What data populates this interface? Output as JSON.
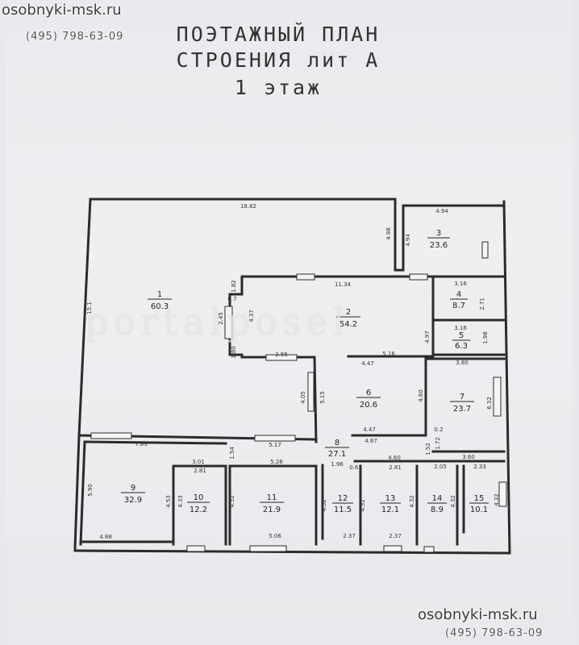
{
  "watermark": {
    "site": "osobnyki-msk.ru",
    "phone": "(495)  798-63-09",
    "overlay": "portalposel"
  },
  "title": {
    "line1": "ПОЭТАЖНЫЙ ПЛАН",
    "line2": "СТРОЕНИЯ лит А",
    "line3": "1 этаж"
  },
  "rooms": [
    {
      "num": "1",
      "area": "60.3"
    },
    {
      "num": "2",
      "area": "54.2"
    },
    {
      "num": "3",
      "area": "23.6"
    },
    {
      "num": "4",
      "area": "8.7"
    },
    {
      "num": "5",
      "area": "6.3"
    },
    {
      "num": "6",
      "area": "20.6"
    },
    {
      "num": "7",
      "area": "23.7"
    },
    {
      "num": "8",
      "area": "27.1"
    },
    {
      "num": "9",
      "area": "32.9"
    },
    {
      "num": "10",
      "area": "12.2"
    },
    {
      "num": "11",
      "area": "21.9"
    },
    {
      "num": "12",
      "area": "11.5"
    },
    {
      "num": "13",
      "area": "12.1"
    },
    {
      "num": "14",
      "area": "8.9"
    },
    {
      "num": "15",
      "area": "10.1"
    }
  ],
  "dimensions": {
    "top_width": "18.82",
    "left_height": "15.1",
    "r3_width": "4.94",
    "r3_notch": "4.98",
    "r3_height": "4.94",
    "r2_top": "11.34",
    "r2_side": "4.37",
    "r2_notch_top": "1.82",
    "r2_notch_mid": "0.7",
    "r2_notch_low": "1.80",
    "r2_notch_width": "2.45",
    "r2_inner": "4.97",
    "r4_width": "3.16",
    "r4_height": "2.71",
    "r5_width": "3.16",
    "r5_height": "1.98",
    "r2_bottom": "2.55",
    "r6_top_a": "5.16",
    "r6_top_b": "4.47",
    "r7_top": "3.80",
    "r6_side_left": "4.05",
    "r8_side": "5.15",
    "r6_side_right": "4.60",
    "r7_side": "6.32",
    "r6_bottom_a": "4.47",
    "r6_bottom_b": "4.67",
    "r7_gap": "0.2",
    "r1_bottom": "7.89",
    "r8_top": "5.17",
    "r9_top": "1.54",
    "r8_h1": "1.52",
    "r8_h2": "1.72",
    "r10_top": "3.01",
    "r10_top_inner": "2.81",
    "r11_top": "5.26",
    "r8_bottom": "1.96",
    "r12_top": "0.61",
    "r13_top_a": "4.60",
    "r13_top_b": "2.81",
    "r14_top": "2.05",
    "r15_top_a": "3.60",
    "r15_top_b": "2.33",
    "r9_height": "5.90",
    "r9_inner": "4.53",
    "r10_height": "4.33",
    "r11_height": "4.32",
    "r12_height": "4.52",
    "r12_height_b": "4.32",
    "r13_height": "4.32",
    "r14_height": "4.32",
    "r15_height": "4.32",
    "r9_bottom": "4.88",
    "r11_bottom": "5.06",
    "r12_bottom": "2.37",
    "r13_bottom": "2.37"
  }
}
